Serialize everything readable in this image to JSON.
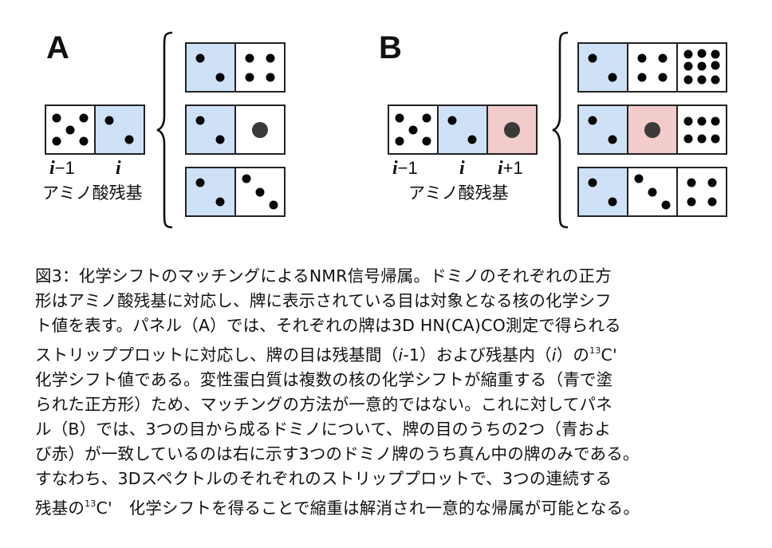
{
  "panels": {
    "A": {
      "label": "A",
      "residue_labels": [
        "i",
        "−1",
        "i"
      ],
      "residue_caption": "アミノ酸残基",
      "query_domino": [
        {
          "color": "white",
          "pips": 5
        },
        {
          "color": "blue",
          "pips": 2
        }
      ],
      "candidates": [
        [
          {
            "color": "blue",
            "pips": 2
          },
          {
            "color": "white",
            "pips": 4
          }
        ],
        [
          {
            "color": "blue",
            "pips": 2
          },
          {
            "color": "white",
            "pips": 1
          }
        ],
        [
          {
            "color": "blue",
            "pips": 2
          },
          {
            "color": "white",
            "pips": 3
          }
        ]
      ]
    },
    "B": {
      "label": "B",
      "residue_caption": "アミノ酸残基",
      "query_domino": [
        {
          "color": "white",
          "pips": 5
        },
        {
          "color": "blue",
          "pips": 2
        },
        {
          "color": "pink",
          "pips": 1
        }
      ],
      "candidates": [
        [
          {
            "color": "blue",
            "pips": 2
          },
          {
            "color": "white",
            "pips": 4
          },
          {
            "color": "white",
            "pips": 9
          }
        ],
        [
          {
            "color": "blue",
            "pips": 2
          },
          {
            "color": "pink",
            "pips": 1
          },
          {
            "color": "white",
            "pips": 6
          }
        ],
        [
          {
            "color": "blue",
            "pips": 2
          },
          {
            "color": "white",
            "pips": 3
          },
          {
            "color": "white",
            "pips": 4
          }
        ]
      ]
    }
  },
  "labels": {
    "i": "i",
    "minus1": "−1",
    "plus1": "+1"
  },
  "colors": {
    "blue": "#cfe1f7",
    "pink": "#f2cbcb",
    "white": "#ffffff",
    "pip": "#050505",
    "big_pip": "#3a3a3a"
  },
  "caption": {
    "lines": [
      "図3：化学シフトのマッチングによるNMR信号帰属。ドミノのそれぞれの正方",
      "形はアミノ酸残基に対応し、牌に表示されている目は対象となる核の化学シフ",
      "ト値を表す。パネル（A）では、それぞれの牌は3D HN(CA)CO測定で得られる",
      "ストリッププロットに対応し、牌の目は残基間（",
      "化学シフト値である。変性蛋白質は複数の核の化学シフトが縮重する（青で塗",
      "られた正方形）ため、マッチングの方法が一意的ではない。これに対してパネ",
      "ル（B）では、3つの目から成るドミノについて、牌の目のうちの2つ（青およ",
      "び赤）が一致しているのは右に示す3つのドミノ牌のうち真ん中の牌のみである。",
      "すなわち、3Dスペクトルのそれぞれのストリッププロットで、3つの連続する",
      "残基の"
    ],
    "line4_parts": [
      "ストリッププロットに対応し、牌の目は残基間（",
      "i",
      "-1）および残基内（",
      "i",
      "）の",
      "13",
      "C'"
    ],
    "line10_parts": [
      "残基の",
      "13",
      "C'　化学シフトを得ることで縮重は解消され一意的な帰属が可能となる。"
    ]
  }
}
